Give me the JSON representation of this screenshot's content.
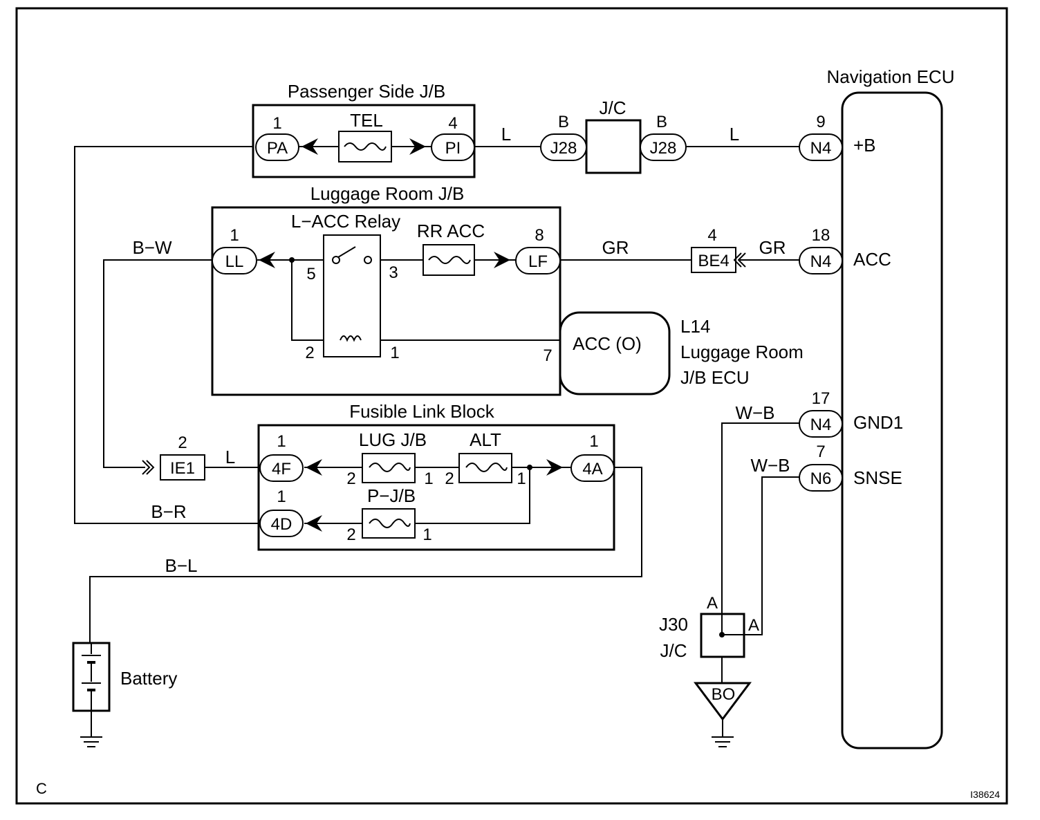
{
  "components": {
    "passenger_jb": {
      "title": "Passenger Side J/B",
      "fuse": "TEL",
      "pin_left": "1",
      "conn_left": "PA",
      "pin_right": "4",
      "conn_right": "PI"
    },
    "jc_top": {
      "title": "J/C",
      "conn_left": "J28",
      "conn_right": "J28",
      "pin_left": "B",
      "pin_right": "B"
    },
    "luggage_jb": {
      "title": "Luggage Room J/B",
      "relay": "L−ACC Relay",
      "fuse": "RR ACC",
      "pin_ll": "1",
      "conn_ll": "LL",
      "pin_lf": "8",
      "conn_lf": "LF",
      "relay_pin5": "5",
      "relay_pin3": "3",
      "relay_pin2": "2",
      "relay_pin1": "1",
      "ecu_pin": "7"
    },
    "luggage_ecu": {
      "terminal": "ACC (O)",
      "code": "L14",
      "name_line1": "Luggage Room",
      "name_line2": "J/B ECU"
    },
    "be4": {
      "pin": "4",
      "conn": "BE4"
    },
    "ie1": {
      "pin": "2",
      "conn": "IE1"
    },
    "fusible_link": {
      "title": "Fusible Link Block",
      "fuse_lug": "LUG J/B",
      "fuse_alt": "ALT",
      "fuse_pjb": "P−J/B",
      "pin_4f": "1",
      "conn_4f": "4F",
      "pin_4d": "1",
      "conn_4d": "4D",
      "pin_4a": "1",
      "conn_4a": "4A",
      "lug_pin_l": "2",
      "lug_pin_r": "1",
      "alt_pin_l": "2",
      "alt_pin_r": "1",
      "pjb_pin_l": "2",
      "pjb_pin_r": "1"
    },
    "nav_ecu": {
      "title": "Navigation ECU",
      "terminals": [
        {
          "pin": "9",
          "conn": "N4",
          "name": "+B"
        },
        {
          "pin": "18",
          "conn": "N4",
          "name": "ACC"
        },
        {
          "pin": "17",
          "conn": "N4",
          "name": "GND1"
        },
        {
          "pin": "7",
          "conn": "N6",
          "name": "SNSE"
        }
      ]
    },
    "j30": {
      "code": "J30",
      "name": "J/C",
      "pin_top": "A",
      "pin_right": "A"
    },
    "ground_bo": {
      "label": "BO"
    },
    "battery": {
      "label": "Battery"
    }
  },
  "wires": {
    "pi_to_j28": "L",
    "j28_to_n4": "L",
    "ll_to_ie1": "B−W",
    "lf_to_be4": "GR",
    "be4_to_n4": "GR",
    "ie1_to_4f": "L",
    "pa_to_4d": "B−R",
    "battery_to_4a": "B−L",
    "gnd1": "W−B",
    "snse": "W−B"
  },
  "footer": {
    "corner_letter": "C",
    "figure_id": "I38624"
  }
}
